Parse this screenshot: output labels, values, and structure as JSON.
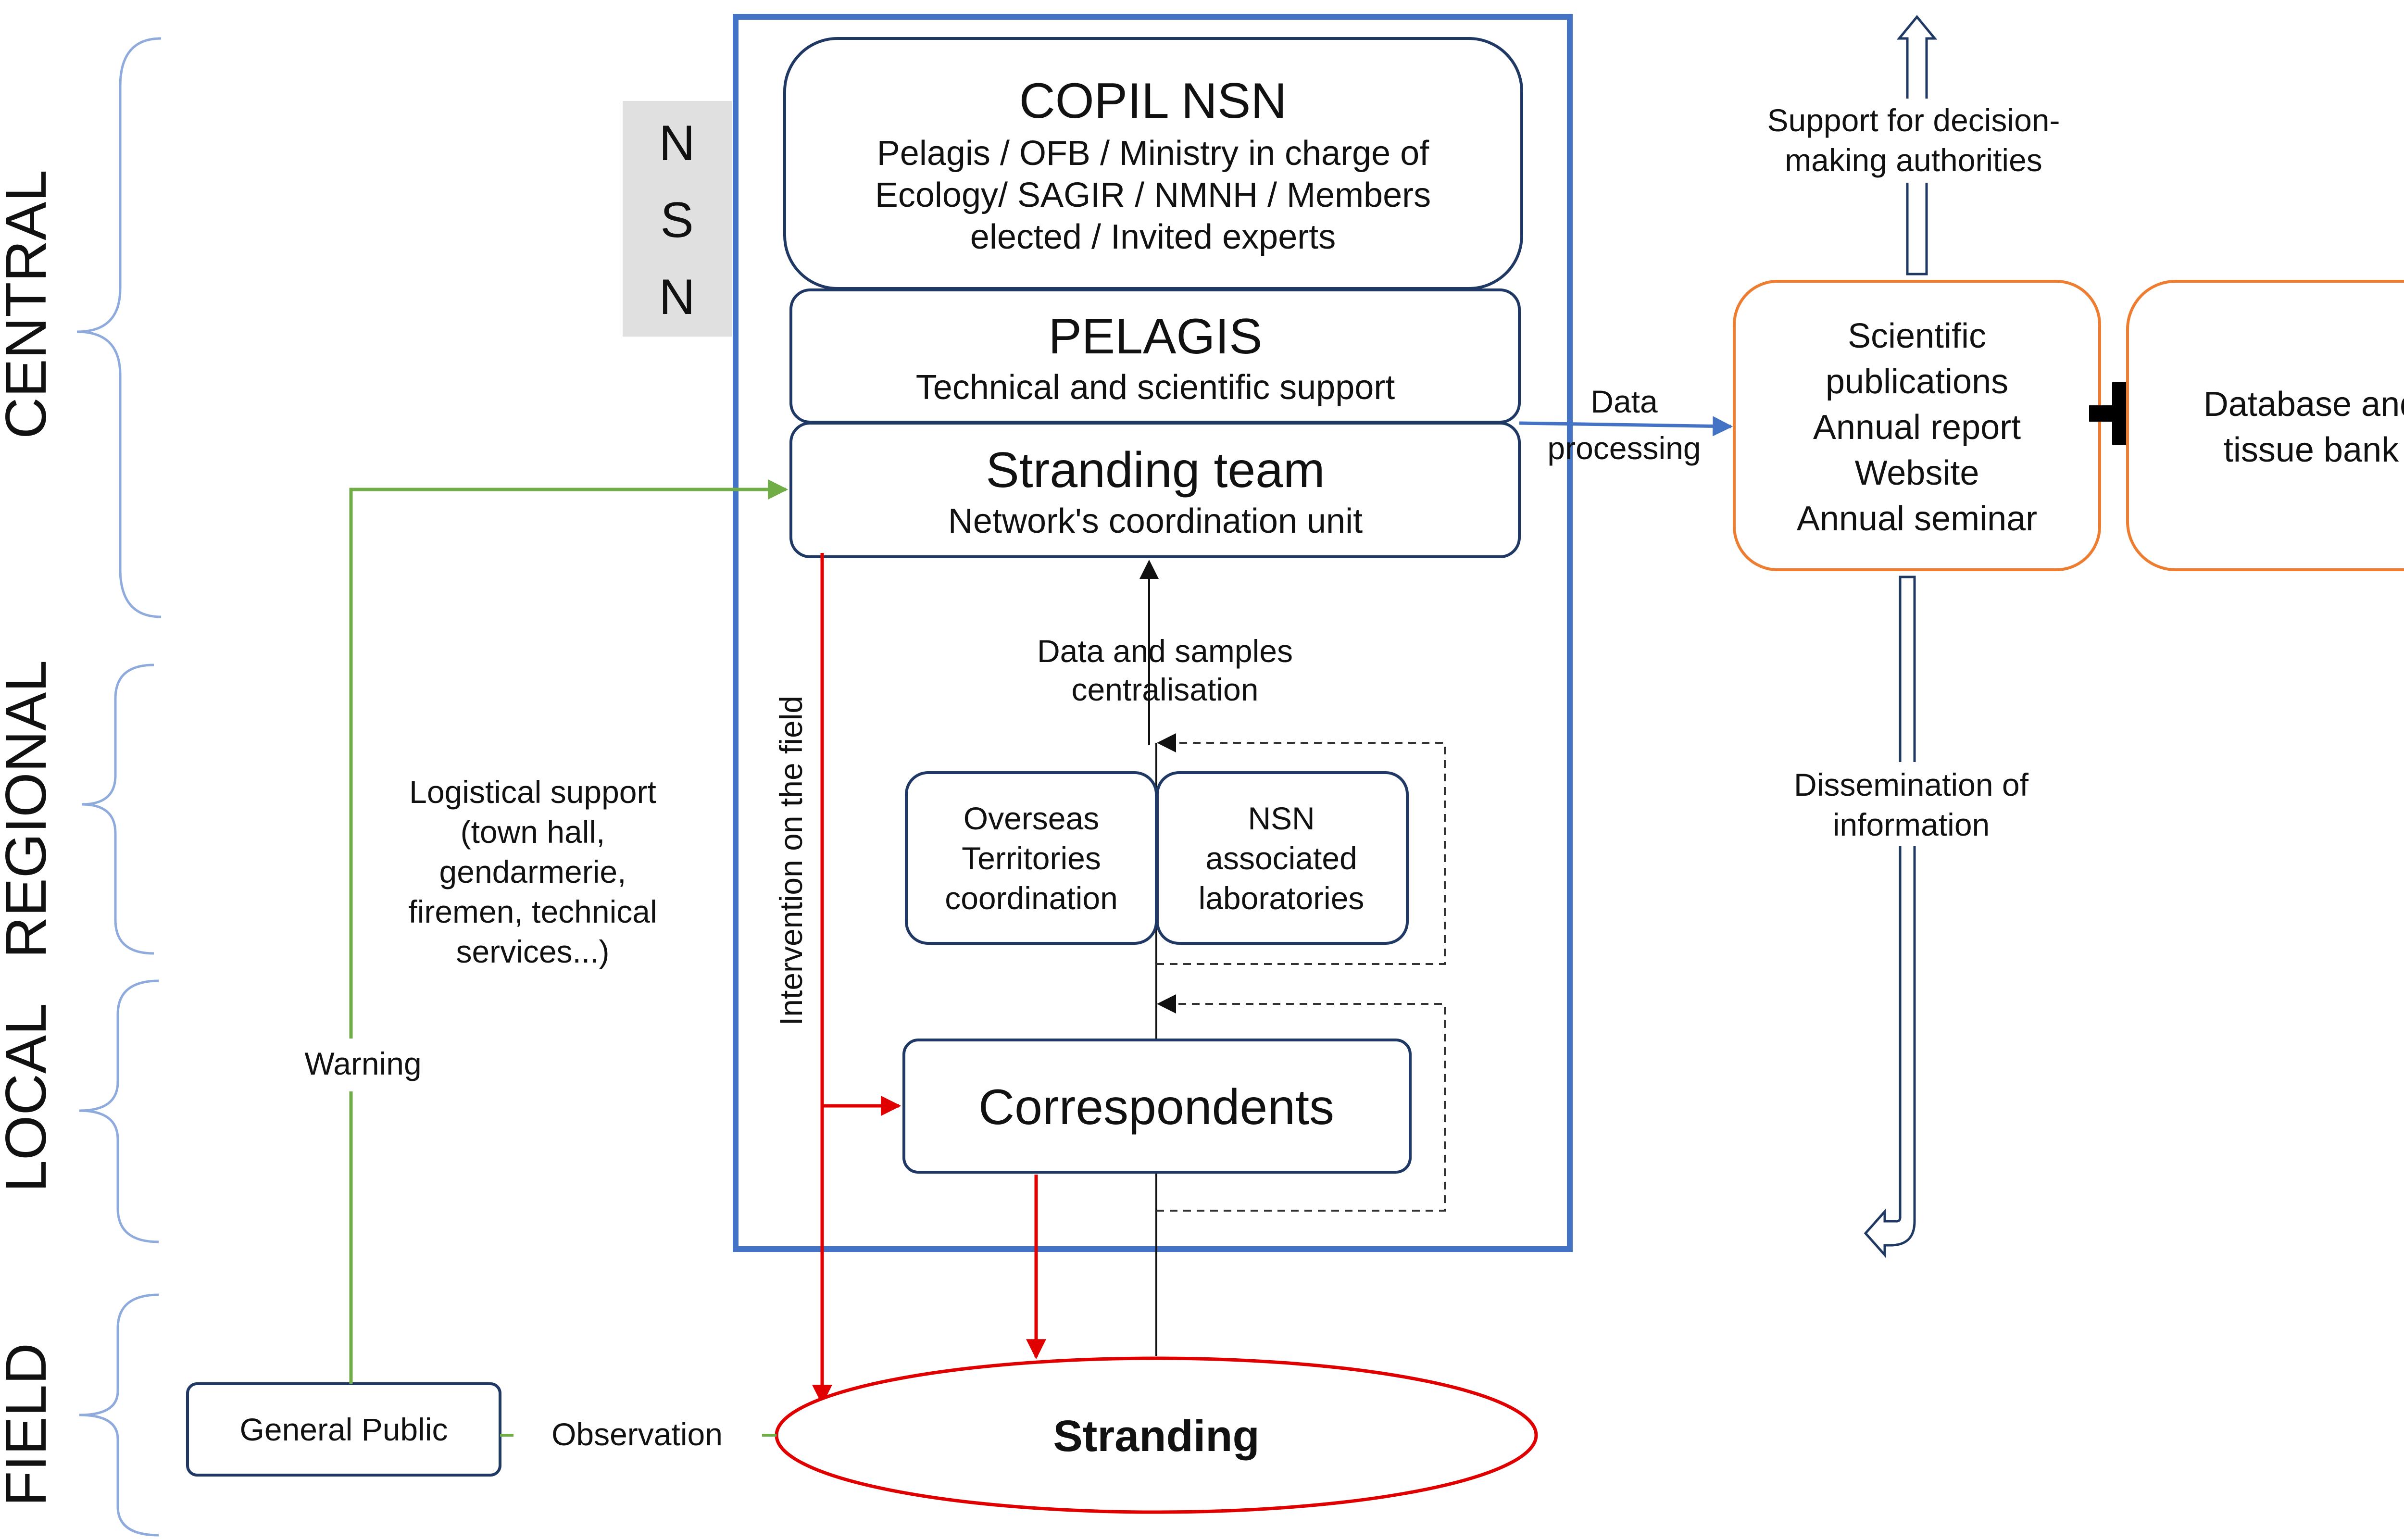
{
  "levels": {
    "central": "CENTRAL",
    "regional": "REGIONAL",
    "local": "LOCAL",
    "field": "FIELD"
  },
  "nsn_letters": [
    "N",
    "S",
    "N"
  ],
  "copil": {
    "title": "COPIL NSN",
    "lines": [
      "Pelagis / OFB / Ministry in charge of",
      "Ecology/ SAGIR / NMNH / Members",
      "elected / Invited experts"
    ]
  },
  "pelagis": {
    "title": "PELAGIS",
    "subtitle": "Technical and scientific support"
  },
  "stranding_team": {
    "title": "Stranding team",
    "subtitle": "Network's coordination unit"
  },
  "data_samples": [
    "Data and samples",
    "centralisation"
  ],
  "overseas": [
    "Overseas",
    "Territories",
    "coordination"
  ],
  "labs": [
    "NSN",
    "associated",
    "laboratories"
  ],
  "correspondents": "Correspondents",
  "stranding": "Stranding",
  "general_public": "General Public",
  "observation": "Observation",
  "warning": "Warning",
  "logistical": [
    "Logistical support",
    "(town hall,",
    "gendarmerie,",
    "firemen, technical",
    "services...)"
  ],
  "intervention": "Intervention on the field",
  "data_processing": [
    "Data",
    "processing"
  ],
  "outputs": [
    "Scientific",
    "publications",
    "Annual report",
    "Website",
    "Annual seminar"
  ],
  "database": [
    "Database and",
    "tissue bank"
  ],
  "support": [
    "Support for decision-",
    "making authorities"
  ],
  "dissemination": [
    "Dissemination of",
    "information"
  ],
  "colors": {
    "nsn_frame": "#4472C4",
    "box_stroke": "#1F3864",
    "red": "#E00000",
    "green": "#70AD47",
    "orange": "#ED7D31",
    "bracket": "#8FAADC",
    "nsn_tab": "#E0E0E0"
  }
}
